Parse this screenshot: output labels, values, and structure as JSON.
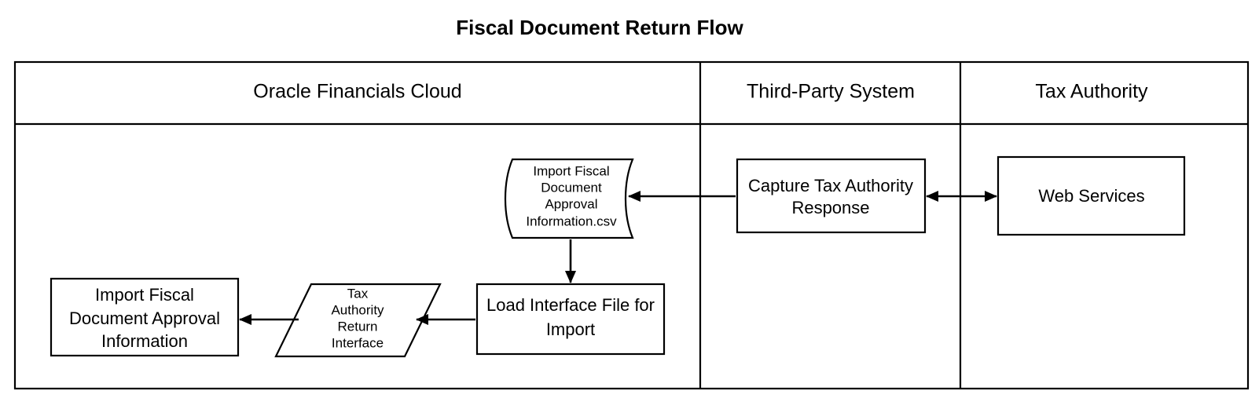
{
  "title": "Fiscal Document Return Flow",
  "diagram": {
    "type": "swimlane-flowchart",
    "lanes": [
      {
        "id": "lane-oracle",
        "label": "Oracle Financials Cloud"
      },
      {
        "id": "lane-third-party",
        "label": "Third-Party System"
      },
      {
        "id": "lane-tax-authority",
        "label": "Tax Authority"
      }
    ],
    "nodes": [
      {
        "id": "node-import-fiscal-csv",
        "lane": "lane-oracle",
        "shape": "document",
        "lines": [
          "Import Fiscal",
          "Document",
          "Approval",
          "Information.csv"
        ]
      },
      {
        "id": "node-load-interface-file",
        "lane": "lane-oracle",
        "shape": "process",
        "lines": [
          "Load Interface File for",
          "Import"
        ]
      },
      {
        "id": "node-tax-authority-return-interface",
        "lane": "lane-oracle",
        "shape": "parallelogram",
        "lines": [
          "Tax",
          "Authority",
          "Return",
          "Interface"
        ]
      },
      {
        "id": "node-import-fiscal-document-approval-information",
        "lane": "lane-oracle",
        "shape": "process",
        "lines": [
          "Import Fiscal",
          "Document Approval",
          "Information"
        ]
      },
      {
        "id": "node-capture-tax-authority-response",
        "lane": "lane-third-party",
        "shape": "process",
        "lines": [
          "Capture Tax Authority",
          "Response"
        ]
      },
      {
        "id": "node-web-services",
        "lane": "lane-tax-authority",
        "shape": "process",
        "lines": [
          "Web Services"
        ]
      }
    ],
    "connectors": [
      {
        "id": "conn-webservices-to-capture",
        "from": "node-web-services",
        "to": "node-capture-tax-authority-response",
        "direction": "bidirectional"
      },
      {
        "id": "conn-capture-to-csv",
        "from": "node-capture-tax-authority-response",
        "to": "node-import-fiscal-csv",
        "direction": "single"
      },
      {
        "id": "conn-csv-to-load",
        "from": "node-import-fiscal-csv",
        "to": "node-load-interface-file",
        "direction": "single"
      },
      {
        "id": "conn-load-to-interface",
        "from": "node-load-interface-file",
        "to": "node-tax-authority-return-interface",
        "direction": "single"
      },
      {
        "id": "conn-interface-to-import",
        "from": "node-tax-authority-return-interface",
        "to": "node-import-fiscal-document-approval-information",
        "direction": "single"
      }
    ]
  },
  "colors": {
    "stroke": "#000000",
    "background": "#ffffff",
    "text": "#000000"
  }
}
